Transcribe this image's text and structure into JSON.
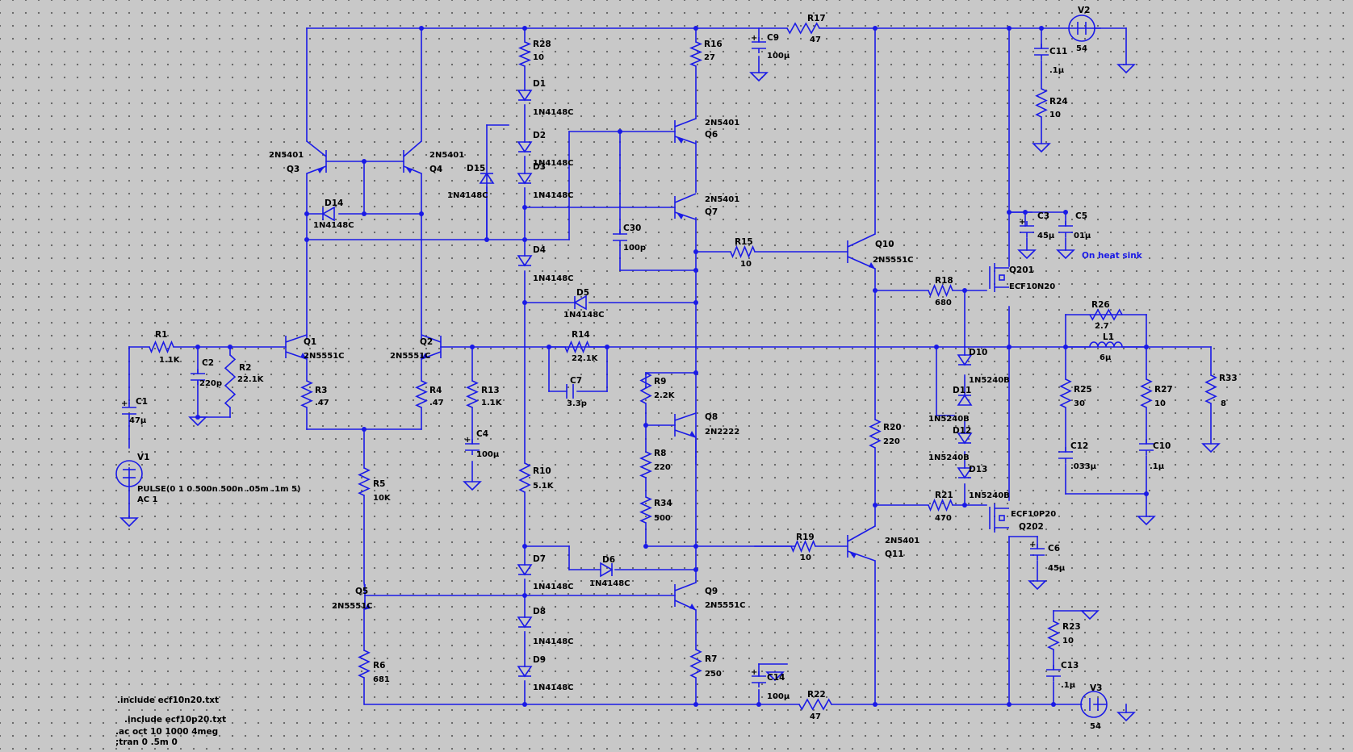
{
  "components": {
    "R1": {
      "name": "R1",
      "value": "1.1K"
    },
    "R2": {
      "name": "R2",
      "value": "22.1K"
    },
    "R3": {
      "name": "R3",
      "value": ".47"
    },
    "R4": {
      "name": "R4",
      "value": ".47"
    },
    "R5": {
      "name": "R5",
      "value": "10K"
    },
    "R6": {
      "name": "R6",
      "value": "681"
    },
    "R7": {
      "name": "R7",
      "value": "250"
    },
    "R8": {
      "name": "R8",
      "value": "220"
    },
    "R9": {
      "name": "R9",
      "value": "2.2K"
    },
    "R10": {
      "name": "R10",
      "value": "5.1K"
    },
    "R13": {
      "name": "R13",
      "value": "1.1K"
    },
    "R14": {
      "name": "R14",
      "value": "22.1K"
    },
    "R15": {
      "name": "R15",
      "value": "10"
    },
    "R16": {
      "name": "R16",
      "value": "27"
    },
    "R17": {
      "name": "R17",
      "value": "47"
    },
    "R18": {
      "name": "R18",
      "value": "680"
    },
    "R19": {
      "name": "R19",
      "value": "10"
    },
    "R20": {
      "name": "R20",
      "value": "220"
    },
    "R21": {
      "name": "R21",
      "value": "470"
    },
    "R22": {
      "name": "R22",
      "value": "47"
    },
    "R23": {
      "name": "R23",
      "value": "10"
    },
    "R24": {
      "name": "R24",
      "value": "10"
    },
    "R25": {
      "name": "R25",
      "value": "30"
    },
    "R26": {
      "name": "R26",
      "value": "2.7"
    },
    "R27": {
      "name": "R27",
      "value": "10"
    },
    "R28": {
      "name": "R28",
      "value": "10"
    },
    "R33": {
      "name": "R33",
      "value": "8"
    },
    "R34": {
      "name": "R34",
      "value": "500"
    },
    "C1": {
      "name": "C1",
      "value": "47µ"
    },
    "C2": {
      "name": "C2",
      "value": "220p"
    },
    "C3": {
      "name": "C3",
      "value": "45µ"
    },
    "C4": {
      "name": "C4",
      "value": "100µ"
    },
    "C5": {
      "name": "C5",
      "value": "01µ"
    },
    "C6": {
      "name": "C6",
      "value": "45µ"
    },
    "C7": {
      "name": "C7",
      "value": "3.3p"
    },
    "C9": {
      "name": "C9",
      "value": "100µ"
    },
    "C10": {
      "name": "C10",
      "value": ".1µ"
    },
    "C11": {
      "name": "C11",
      "value": ".1µ"
    },
    "C12": {
      "name": "C12",
      "value": ".033µ"
    },
    "C13": {
      "name": "C13",
      "value": ".1µ"
    },
    "C14": {
      "name": "C14",
      "value": "100µ"
    },
    "C30": {
      "name": "C30",
      "value": "100p"
    },
    "L1": {
      "name": "L1",
      "value": "6µ"
    },
    "D1": {
      "name": "D1",
      "value": "1N4148C"
    },
    "D2": {
      "name": "D2",
      "value": "1N4148C"
    },
    "D3": {
      "name": "D3",
      "value": "1N4148C"
    },
    "D4": {
      "name": "D4",
      "value": "1N4148C"
    },
    "D5": {
      "name": "D5",
      "value": "1N4148C"
    },
    "D6": {
      "name": "D6",
      "value": "1N4148C"
    },
    "D7": {
      "name": "D7",
      "value": "1N4148C"
    },
    "D8": {
      "name": "D8",
      "value": "1N4148C"
    },
    "D9": {
      "name": "D9",
      "value": "1N4148C"
    },
    "D10": {
      "name": "D10",
      "value": "1N5240B"
    },
    "D11": {
      "name": "D11",
      "value": "1N5240B"
    },
    "D12": {
      "name": "D12",
      "value": "1N5240B"
    },
    "D13": {
      "name": "D13",
      "value": "1N5240B"
    },
    "D14": {
      "name": "D14",
      "value": "1N4148C"
    },
    "D15": {
      "name": "D15",
      "value": "1N4148C"
    },
    "Q1": {
      "name": "Q1",
      "value": "2N5551C"
    },
    "Q2": {
      "name": "Q2",
      "value": "2N5551C"
    },
    "Q3": {
      "name": "Q3",
      "value": "2N5401"
    },
    "Q4": {
      "name": "Q4",
      "value": "2N5401"
    },
    "Q5": {
      "name": "Q5",
      "value": "2N5551C"
    },
    "Q6": {
      "name": "Q6",
      "value": "2N5401"
    },
    "Q7": {
      "name": "Q7",
      "value": "2N5401"
    },
    "Q8": {
      "name": "Q8",
      "value": "2N2222"
    },
    "Q9": {
      "name": "Q9",
      "value": "2N5551C"
    },
    "Q10": {
      "name": "Q10",
      "value": "2N5551C"
    },
    "Q11": {
      "name": "Q11",
      "value": "2N5401"
    },
    "Q201": {
      "name": "Q201",
      "value": "ECF10N20"
    },
    "Q202": {
      "name": "Q202",
      "value": "ECF10P20"
    },
    "V1": {
      "name": "V1",
      "value": "PULSE(0 1 0 500n 500n .05m .1m 5)",
      "value2": "AC 1"
    },
    "V2": {
      "name": "V2",
      "value": "54"
    },
    "V3": {
      "name": "V3",
      "value": "54"
    }
  },
  "annotations": {
    "heatsink": "On heat sink"
  },
  "directives": [
    ".include ecf10n20.txt",
    ".include ecf10p20.txt",
    ".ac oct 10 1000 4meg",
    ";tran 0 .5m 0"
  ],
  "colors": {
    "wire": "#1a1ae6",
    "background": "#c8c8c8",
    "grid_dot": "#6a6a6a"
  }
}
